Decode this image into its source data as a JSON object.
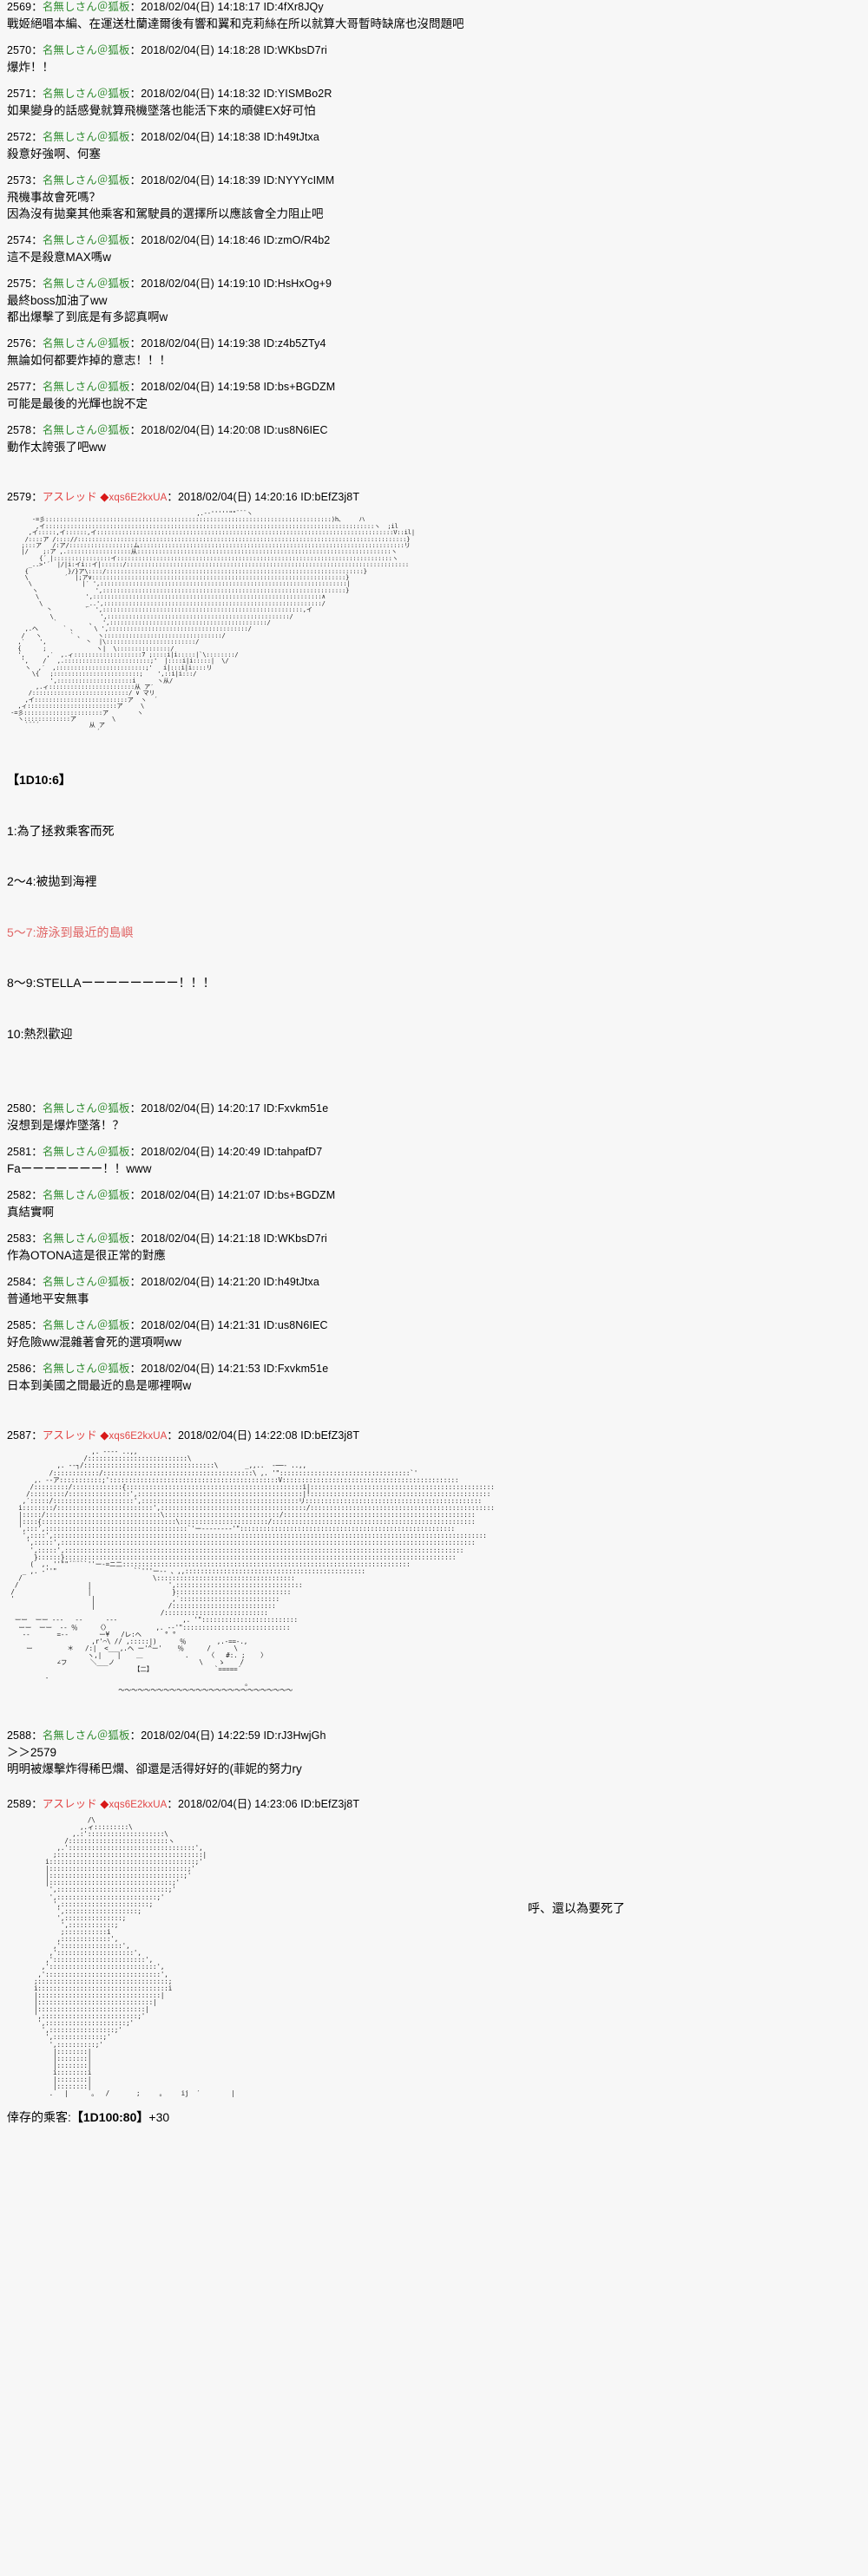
{
  "board": {
    "anon_name": "名無しさん＠狐板",
    "trip_name": "アスレッド",
    "trip_code": "◆xqs6E2kxUA",
    "colon": "：",
    "id_prefix": "ID:",
    "accent_green": "#2f8b2f",
    "accent_red": "#e24545",
    "diamond_color": "#d81818",
    "background": "#f7f7f7"
  },
  "posts": [
    {
      "num": "2569",
      "name": "名無しさん＠狐板",
      "type": "anon",
      "datetime": "2018/02/04(日) 14:18:17",
      "id": "ID:4fXr8JQy",
      "body": "戰姬絕唱本編、在運送杜蘭達爾後有響和翼和克莉絲在所以就算大哥暫時缺席也沒問題吧"
    },
    {
      "num": "2570",
      "name": "名無しさん＠狐板",
      "type": "anon",
      "datetime": "2018/02/04(日) 14:18:28",
      "id": "ID:WKbsD7ri",
      "body": "爆炸！！"
    },
    {
      "num": "2571",
      "name": "名無しさん＠狐板",
      "type": "anon",
      "datetime": "2018/02/04(日) 14:18:32",
      "id": "ID:YISMBo2R",
      "body": "如果變身的話感覺就算飛機墜落也能活下來的頑健EX好可怕"
    },
    {
      "num": "2572",
      "name": "名無しさん＠狐板",
      "type": "anon",
      "datetime": "2018/02/04(日) 14:18:38",
      "id": "ID:h49tJtxa",
      "body": "殺意好強啊、何塞"
    },
    {
      "num": "2573",
      "name": "名無しさん＠狐板",
      "type": "anon",
      "datetime": "2018/02/04(日) 14:18:39",
      "id": "ID:NYYYcIMM",
      "body": "飛機事故會死嗎？\n因為沒有拋棄其他乘客和駕駛員的選擇所以應該會全力阻止吧"
    },
    {
      "num": "2574",
      "name": "名無しさん＠狐板",
      "type": "anon",
      "datetime": "2018/02/04(日) 14:18:46",
      "id": "ID:zmO/R4b2",
      "body": "這不是殺意MAX嗎w"
    },
    {
      "num": "2575",
      "name": "名無しさん＠狐板",
      "type": "anon",
      "datetime": "2018/02/04(日) 14:19:10",
      "id": "ID:HsHxOg+9",
      "body": "最終boss加油了ww\n都出爆擊了到底是有多認真啊w"
    },
    {
      "num": "2576",
      "name": "名無しさん＠狐板",
      "type": "anon",
      "datetime": "2018/02/04(日) 14:19:38",
      "id": "ID:z4b5ZTy4",
      "body": "無論如何都要炸掉的意志！！！"
    },
    {
      "num": "2577",
      "name": "名無しさん＠狐板",
      "type": "anon",
      "datetime": "2018/02/04(日) 14:19:58",
      "id": "ID:bs+BGDZM",
      "body": "可能是最後的光輝也說不定"
    },
    {
      "num": "2578",
      "name": "名無しさん＠狐板",
      "type": "anon",
      "datetime": "2018/02/04(日) 14:20:08",
      "id": "ID:us8N6IEC",
      "body": "動作太誇張了吧ww"
    },
    {
      "num": "2579",
      "name": "アスレッド",
      "type": "trip",
      "trip": "◆xqs6E2kxUA",
      "datetime": "2018/02/04(日) 14:20:16",
      "id": "ID:bEfZ3j8T",
      "body": ""
    },
    {
      "num": "2580",
      "name": "名無しさん＠狐板",
      "type": "anon",
      "datetime": "2018/02/04(日) 14:20:17",
      "id": "ID:Fxvkm51e",
      "body": "沒想到是爆炸墜落！？"
    },
    {
      "num": "2581",
      "name": "名無しさん＠狐板",
      "type": "anon",
      "datetime": "2018/02/04(日) 14:20:49",
      "id": "ID:tahpafD7",
      "body": "Faーーーーーーー！！www"
    },
    {
      "num": "2582",
      "name": "名無しさん＠狐板",
      "type": "anon",
      "datetime": "2018/02/04(日) 14:21:07",
      "id": "ID:bs+BGDZM",
      "body": "真結實啊"
    },
    {
      "num": "2583",
      "name": "名無しさん＠狐板",
      "type": "anon",
      "datetime": "2018/02/04(日) 14:21:18",
      "id": "ID:WKbsD7ri",
      "body": "作為OTONA這是很正常的對應"
    },
    {
      "num": "2584",
      "name": "名無しさん＠狐板",
      "type": "anon",
      "datetime": "2018/02/04(日) 14:21:20",
      "id": "ID:h49tJtxa",
      "body": "普通地平安無事"
    },
    {
      "num": "2585",
      "name": "名無しさん＠狐板",
      "type": "anon",
      "datetime": "2018/02/04(日) 14:21:31",
      "id": "ID:us8N6IEC",
      "body": "好危險ww混雜著會死的選項啊ww"
    },
    {
      "num": "2586",
      "name": "名無しさん＠狐板",
      "type": "anon",
      "datetime": "2018/02/04(日) 14:21:53",
      "id": "ID:Fxvkm51e",
      "body": "日本到美國之間最近的島是哪裡啊w"
    },
    {
      "num": "2587",
      "name": "アスレッド",
      "type": "trip",
      "trip": "◆xqs6E2kxUA",
      "datetime": "2018/02/04(日) 14:22:08",
      "id": "ID:bEfZ3j8T",
      "body": ""
    },
    {
      "num": "2588",
      "name": "名無しさん＠狐板",
      "type": "anon",
      "datetime": "2018/02/04(日) 14:22:59",
      "id": "ID:rJ3HwjGh",
      "body": "＞＞2579\n明明被爆擊炸得稀巴爛、卻還是活得好好的(菲妮的努力ry"
    },
    {
      "num": "2589",
      "name": "アスレッド",
      "type": "trip",
      "trip": "◆xqs6E2kxUA",
      "datetime": "2018/02/04(日) 14:23:06",
      "id": "ID:bEfZ3j8T",
      "body": ""
    }
  ],
  "dice_block": {
    "title": "【1D10:6】",
    "options": [
      {
        "label": "1:為了拯救乘客而死",
        "highlight": false
      },
      {
        "label": "2〜4:被拋到海裡",
        "highlight": false
      },
      {
        "label": "5〜7:游泳到最近的島嶼",
        "highlight": true
      },
      {
        "label": "8〜9:STELLAーーーーーーーー！！！",
        "highlight": false
      },
      {
        "label": "10:熱烈歡迎",
        "highlight": false
      }
    ]
  },
  "aa_speech": {
    "post2589": "呼、還以為要死了"
  },
  "footer": {
    "label": "倖存的乘客:",
    "roll": "【1D100:80】",
    "modifier": "+30"
  },
  "aa_art": {
    "post2579": "                                                     ,.-‐'''''\"\"¨¨¨ヽ\n       -=彡::::::::::::::::::::::::::::::::::::::::::::::::::::::::::::::::::::::::::::::::)h、    ハ\n        ,イ::::::::::::::::::::::::::::::::::::::::::::::::::::::::::::::::::::::::::::::::::::::::::::ヽ  ;il\n      ,イ:::::,イ::::::,イ:::::::::::::::::::::::::::::::::::::::::::::::::::::::::::::::::::::::::::::::::::V::il|\n     /::::ア /:::://::::::::::::::::::::::::::::::::::::::::::::::::::::::::::::::::::::::::::::::::::::::::::::}\n    ;:::ア   /:ア/::::::::::::::::::ム::::::::::::::::::::::::::::::::::::::::::::::::::::::::::::::::::::::::::リ\n    |/    ;:ア ,.::::::::::::::::::从:::::::::::::::::::::::::::::::::::::::::::::::::::::::::::::::::::::::ヽ\n         {´ |::::::::::::::::イ:::::::::::::::::::::::::::::::::::::::::::::::::::::::::::::::::::::::::::::ヽ\n      _..>'´  |/|i:イi::イ|::::::/:::::::::::::::::::::::::::::::::::::::::::::::::::::::::::::::::::::::::::::::\n     {           }/}ア\\::::/::::::::::::::::::::::::::::::::::::::::::::::::::::::::::::::::::::::::}\n     \\          ´  |;ア∨:::::::::::::::::::::::::::::::::::::::::::::::::::::::::::::::::::::::}\n      \\              |′ ',:::::::::::::::::::::::::::::::::::::::::::::::::::::::::::::::::::::|\n       ヽ                ',::::::::::::::::::::::::::::::::::::::::::::::::::::::::::::::::::::}\n        \\             ',::::::::::::::::::::::::::::::::::::::::::::::::::::::::::::::::∧\n         \\            _..',:::::::::::::::::::::::::::::::::::::::::::::::::::::::::::::/\n           丶         ´  ',::::::::::::::::::::::::::::::::::::::::::::::::::::::::,イ\n            \\             ',:::::::::::::::::::::::::::::::::::::::::::::::::::/\n             `         、  ',::::::::::::::::::::::::::::::::::::::::::::/\n     ,.ヘ       ` 、     \\ ',:::::::::::::::::::::::::::::::::::::::/\n    /   ヽ        ` 、    ヽ:::::::::::::::::::::::::::::::::/\n   ,′    ',           丶  |\\:::::::::::::::::::::::::/\n   {      ;              ヽ|  \\:::::::::::::::/\n   ',      ,′  ,.ィ:::::::::::::::::::7 ;::::i|i:::::|`\\::::::::/\n    ',    /   ,.::::::::::::::::::::::::;'  |::::i|i:::::|  \\/\n     ヽ  ,′  ,:::::::::::::::::::::::::;'   i|:::i|i::::リ\n       \\{   ;::::::::::::::::::::::::;    ',::i|i:::/\n            ',:::::::::::::::::::::i      ヽ从/\n        ,.ィ::::::::::::::::::::::::从 ア′\n      /:::::::::::::::::::::::::::/ ∨ マリ\n     ,イ::::::::::::::::::::::::::ア  ヽ  ´\n   ,ィ:::::::::::::::::::::::::ア     \\\n -=彡::::::::::::::::::::::ア        ヽ\n   ヽ:::::::::::::ア          \\\n     `¨¨´              从 ア\n                         ´",
    "post2587": "                      ,. -‐‐- ..,,\n                    /::::::::::::::::::::::::::\\\n             ,. -‐┐/::::::::::::::::::::::::::::::::::\\       _,,..  -──- ..,,\n           /::::::::::::/:::::::::::::::::::::::::::::::::::::::\\ ,. '\"::::::::::::::::::::::::::::::::::`'\n       ,. -‐ア:::::::::::;'::::::::::::::::::::::::::::::::::::::::::::V::::::::::::::::::::::::::::::::::::::::::::::\n      /:::::::::/:::::::::::::{::::::::::::::::::::::::::::::::::::::::::::::i|::::::::::::::::::::::::::::::::::::::::::::::::\n     /:::::::::/::::::::::::::::',:::::::::::::::::::::::::::::::::::::::::::|!:::::::::::::::::::::::::::::::::::::::::::::::\n    ,′:::::/:::::::::::::::::::::',:::::::::::::::::::::::::::::::::::::::::リ::::::::::::::::::::::::::::::::::::::::::::::\n   i::::::::/:::::::::::::::::::::::::',::::::::::::::::::::::::::::::::::::::/::::::::::::::::::::::::::::::::::::::::::::::::\n   |:::::/::::::::::::::::::::::::::::::\\::::::::::::::::::::::::::::::/::::::::::::::::::::::::::::::::::::::::::::::::::\n   |::::{:::::::::::::::::::::::::::::::::::\\:::::::::::::::::::::::/:::::::::::::::::::::::::::::::::::::::::::::::::::::\n   ',:::',:::::::::::::::::::::::::::::::::::::`'ー-------‐'\"::::::::::::::::::::::::::::::::::::::::::::::::::::::::\n    ',::::',:::::::::::::::::::::::::::::::::::::::::::::::::::::::::::::::::::::::::::::::::::::::::::::::::::::::::::::::::\n     ',:::::',::::::::::::::::::::::::::::::::::::::::::::::::::::::::::::::::::::::::::::::::::::::::::::::::::::::::::::\n      ',:::::',::::::::::::::::::::::::::::::::::::::::::::::::::::::::::::::::::::::::::::::::::::::::::::::::::::::::\n       }::::::}::::::::::::::::::::::::::::::::::::::::::::::::::::::::::::::::::::::::::::::::::::::::::::::::::::::\n      (  ,. ''\"\"´¨¨``''ー-=ニ二:::::::::::::::::::::::::::::::::::::::::::::::::::::::::::::::::::::::::::\n    _ ,. -''\"                    ``'''ー-- 、,,:::::::::::::::::::::::::::::::::::::::::::::::\n   /                                  \\::::::::::::::::::::::::::::::::::::\n  /                  |                    ',:::::::::::::::::::::::::::::::::\n /                   │                     }::::::::::::::::::::::::::::::\n '                    |                    ,′::::::::::::::::::::::::::\n                      |                   /:::::::::::::::::::::::::::\n                                        /:::::::::::::::::::::::::::\n  ーー  ーー --‐   --      ---                 ,. '\":::::::::::::::::::::::::\n   ーー  ーー  -- ％     〈〉            ,. -‐'\"::::::::::::::::::::::::::::\n    --       =--        ー¥   /レ:ヘ      ° °\n                      ,r'⌒\\ // ,:::::|)      ％        ,.-==-.,\n     ー         ＊   /:|  <___,.ヘ ー'^ー'    ％      /      \\\n                     ヽ,|    |    ＿           .     〈   #:. ;    〉\n             ∠フ      ＼___ノ                      \\    ゝ    /\n                                 【二】                `=====´\n          ．\n                                                              。\n                             ～～～～～～～～～～～～～～～～～～～～～～～～～～～",
    "post2589": "                     /\\\n                   ,.ィ:::::::::\\\n                 ,.:'::::::::::::::::::::\\\n               /::::::::::::::::::::::::::ヽ\n             ,.':::::::::::::::::::::::::::::::::',\n            ;::::::::::::::::::::::::::::::::::::::|\n          i::::::::::::::::::::::::::::::::::::::;'\n          |::::::::::::::::::::::::::::::::::::;'\n          |:::::::::::::::::::::::::::::::::::;'\n          |::::::::::::::::::::::::::::::::;'\n           ',:::::::::::::::::::::::::::::;'\n           ',::::::::::::::::::::::::::;'\n            ',:::::::::::::::::::::::;\n             ',:::::::::::::::::::;\n             ',:::::::::::::::;\n              ',::::::::::::;\n              ;:::::::::::i\n             ,:::::::::::::',\n            ,'::::::::::::::::',\n           ,'::::::::::::::::::::',\n          ,'::::::::::::::::::::::::',\n         ,'::::::::::::::::::::::::::::',\n        ,'::::::::::::::::::::::::::::::',\n       ;::::::::::::::::::::::::::::::::::;\n       i::::::::::::::::::::::::::::::::::i\n       |::::::::::::::::::::::::::::::::|\n       |::::::::::::::::::::::::::::::|\n       |::::::::::::::::::::::::::::|\n       ',:::::::::::::::::::::::::;'\n        ',:::::::::::::::::::::;'\n         ',:::::::::::::::::;'\n          ',:::::::::::::;'\n           ',::::::::::;'\n            |::::::::|\n            |::::::::|\n            |::::::::|\n            i::::::::i\n            |::::::::|\n            |::::::::|\n           .   |      。  /       ;     。    ij  ′        |"
  }
}
